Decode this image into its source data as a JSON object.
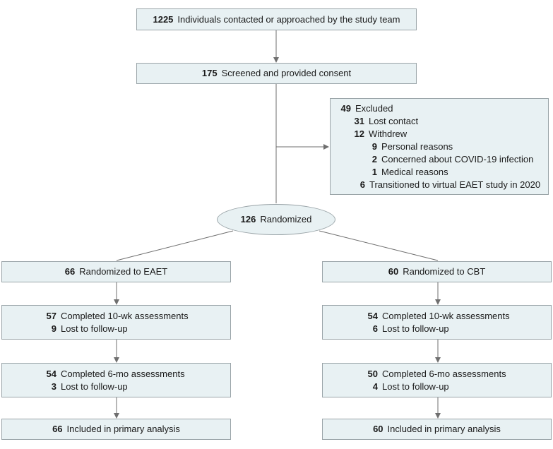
{
  "top": {
    "contacted": {
      "n": "1225",
      "text": "Individuals contacted or approached by the study team"
    },
    "screened": {
      "n": "175",
      "text": "Screened and provided consent"
    }
  },
  "excluded": {
    "total": {
      "n": "49",
      "text": "Excluded"
    },
    "lost_contact": {
      "n": "31",
      "text": "Lost contact"
    },
    "withdrew": {
      "n": "12",
      "text": "Withdrew"
    },
    "personal": {
      "n": "9",
      "text": "Personal reasons"
    },
    "covid": {
      "n": "2",
      "text": "Concerned about COVID-19 infection"
    },
    "medical": {
      "n": "1",
      "text": "Medical reasons"
    },
    "virtual": {
      "n": "6",
      "text": "Transitioned to virtual EAET study in 2020"
    }
  },
  "randomized": {
    "n": "126",
    "text": "Randomized"
  },
  "eaet": {
    "randomized": {
      "n": "66",
      "text": "Randomized to EAET"
    },
    "wk10": {
      "n": "57",
      "text": "Completed 10-wk assessments",
      "lost_n": "9",
      "lost_text": "Lost to follow-up"
    },
    "mo6": {
      "n": "54",
      "text": "Completed 6-mo assessments",
      "lost_n": "3",
      "lost_text": "Lost to follow-up"
    },
    "analysis": {
      "n": "66",
      "text": "Included in primary analysis"
    }
  },
  "cbt": {
    "randomized": {
      "n": "60",
      "text": "Randomized to CBT"
    },
    "wk10": {
      "n": "54",
      "text": "Completed 10-wk assessments",
      "lost_n": "6",
      "lost_text": "Lost to follow-up"
    },
    "mo6": {
      "n": "50",
      "text": "Completed 6-mo assessments",
      "lost_n": "4",
      "lost_text": "Lost to follow-up"
    },
    "analysis": {
      "n": "60",
      "text": "Included in primary analysis"
    }
  }
}
